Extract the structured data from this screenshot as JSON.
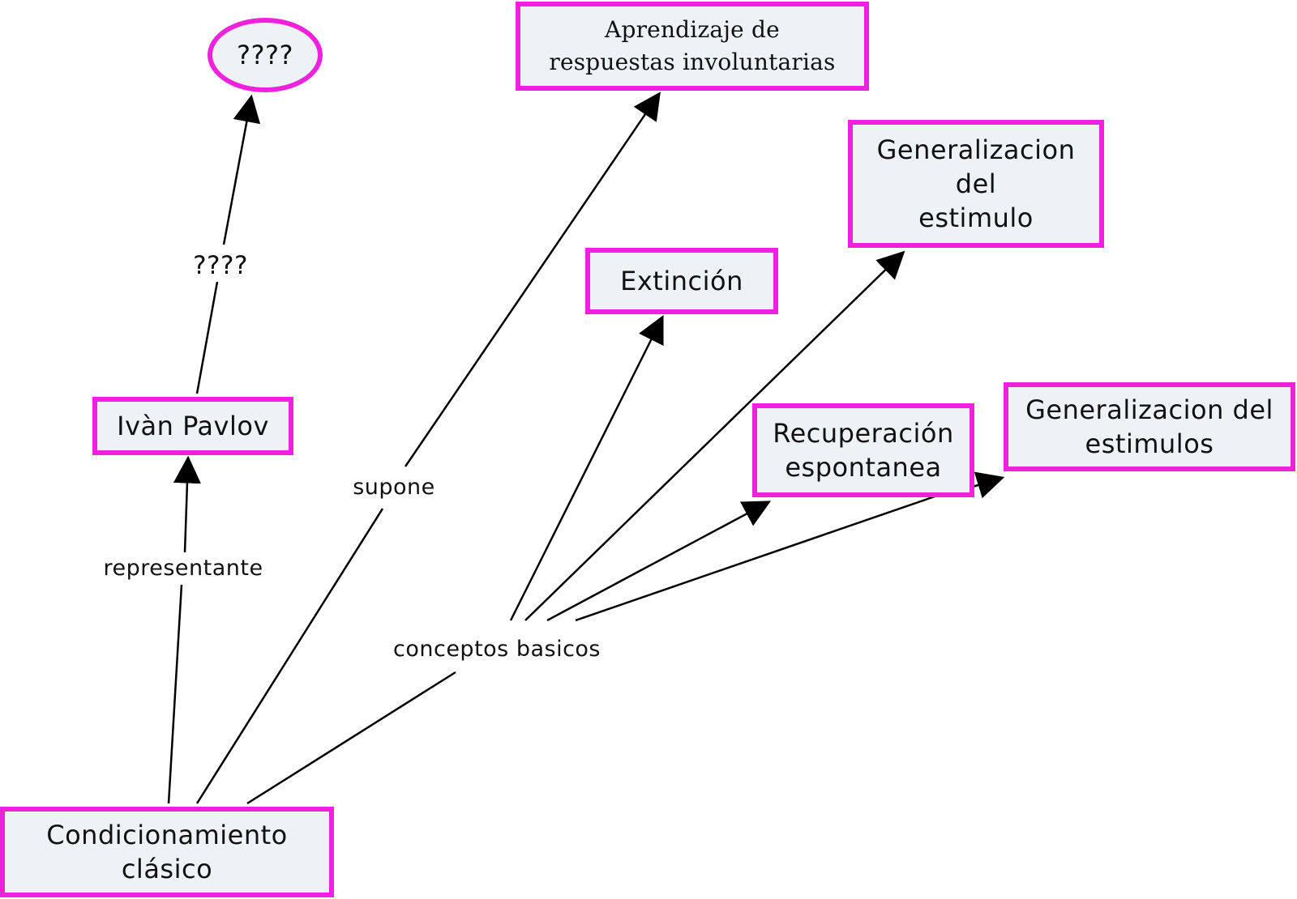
{
  "concept_map": {
    "nodes": {
      "unknown_top": "????",
      "aprendizaje": "Aprendizaje de\nrespuestas involuntarias",
      "generalizacion": "Generalizacion\ndel\nestimulo",
      "extincion": "Extinción",
      "pavlov": "Ivàn Pavlov",
      "recuperacion": "Recuperación\nespontanea",
      "generalizacion_estimulos": "Generalizacion del\nestimulos",
      "condicionamiento": "Condicionamiento\nclásico"
    },
    "link_labels": {
      "unknown_link": "????",
      "representante": "representante",
      "supone": "supone",
      "conceptos_basicos": "conceptos basicos"
    },
    "colors": {
      "node_border": "#ee22dd",
      "node_fill": "#edf2f5",
      "line": "#000000"
    }
  }
}
